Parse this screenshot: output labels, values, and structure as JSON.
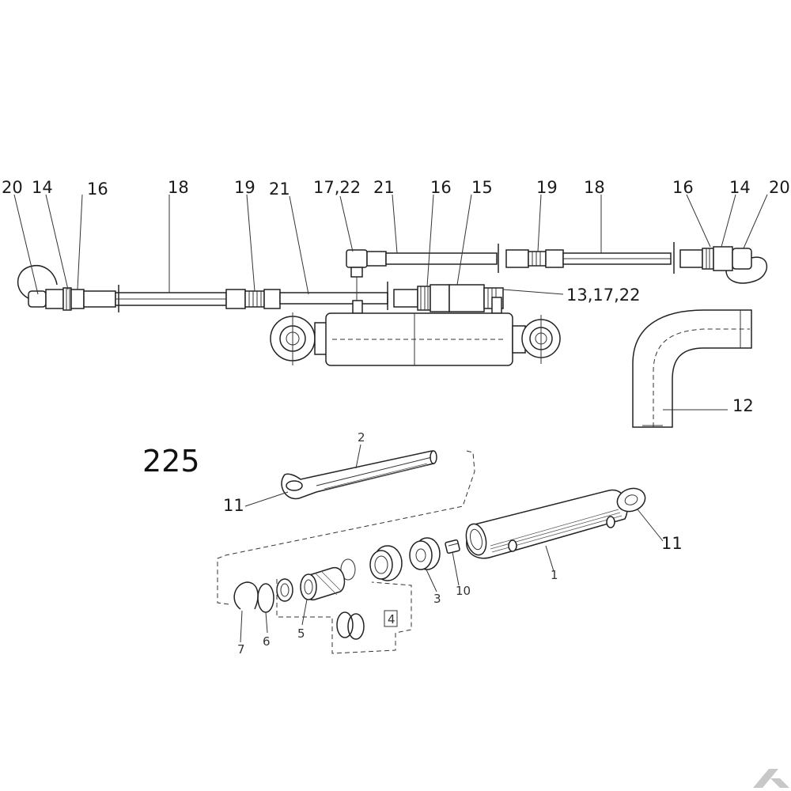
{
  "figure": {
    "number": "225",
    "labels": {
      "l20a": "20",
      "l14a": "14",
      "l16a": "16",
      "l18a": "18",
      "l19a": "19",
      "l21a": "21",
      "l1722": "17,22",
      "l21b": "21",
      "l16b": "16",
      "l15": "15",
      "l19b": "19",
      "l18b": "18",
      "l16c": "16",
      "l14b": "14",
      "l20b": "20",
      "l131722": "13,17,22",
      "l12": "12",
      "l2": "2",
      "l11a": "11",
      "l11b": "11",
      "l1": "1",
      "l10": "10",
      "l3": "3",
      "l4": "4",
      "l5": "5",
      "l6": "6",
      "l7": "7"
    }
  },
  "colors": {
    "ink": "#222222",
    "background": "#ffffff",
    "brand_mark": "#c8c8c8"
  },
  "icons": {
    "corner_logo": "k-logo-icon"
  }
}
